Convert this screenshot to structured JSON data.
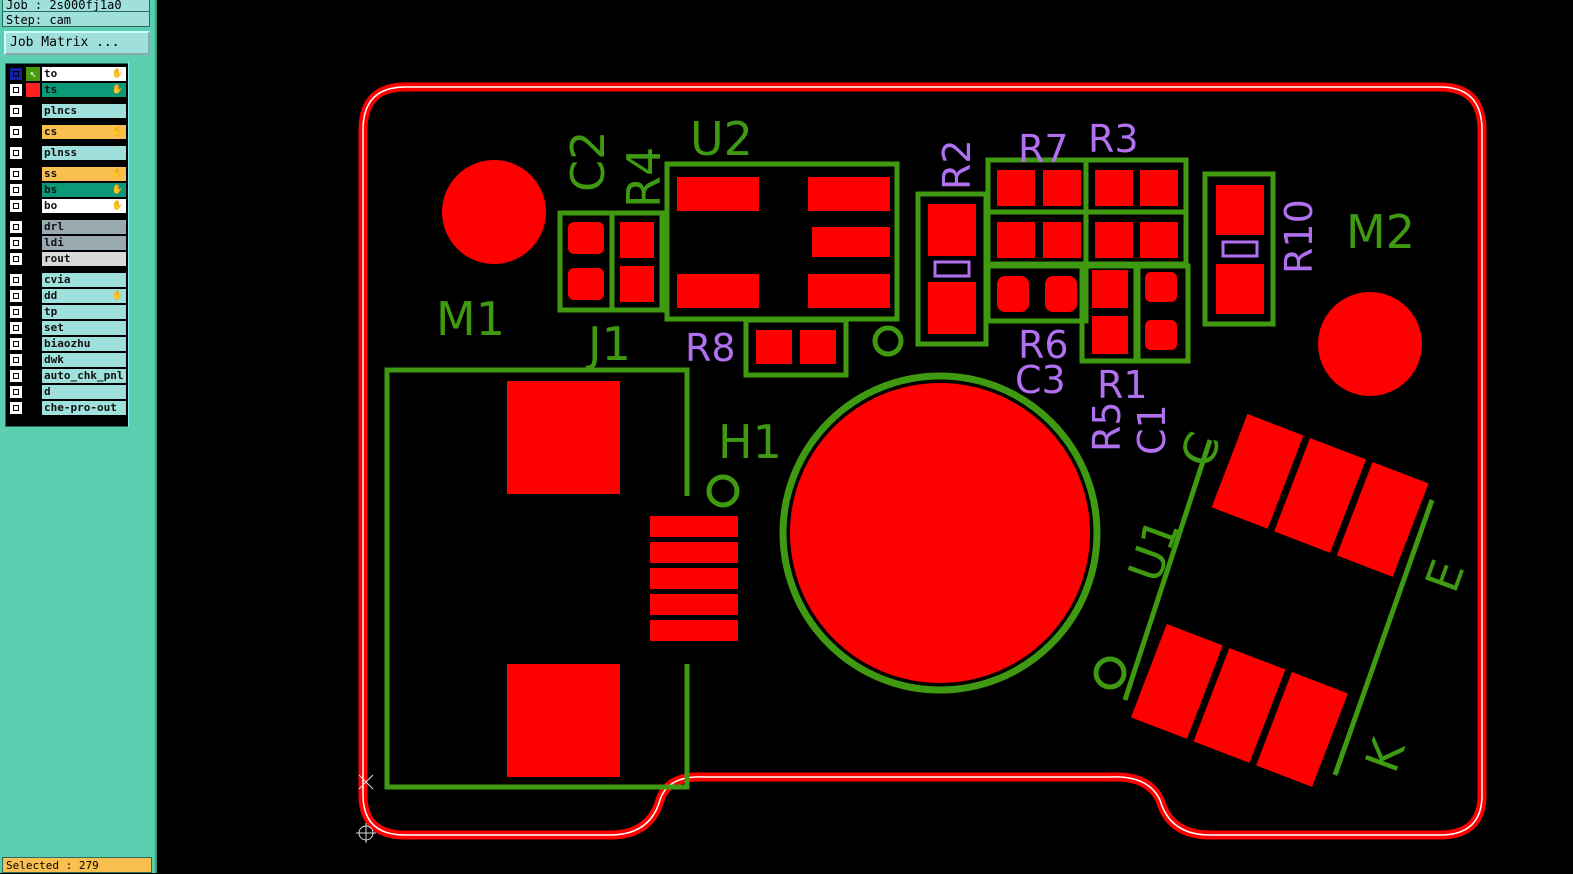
{
  "panel": {
    "job": "Job : 2s000fj1a0",
    "step": "Step: cam",
    "job_matrix": "Job Matrix ...",
    "selected": "Selected : 279"
  },
  "layers": [
    {
      "name": "to",
      "bg": "#ffffff",
      "hand": true
    },
    {
      "name": "ts",
      "bg": "#0a9a78",
      "hand": true
    },
    {
      "name": "plncs",
      "bg": "#9fe0dc",
      "hand": false
    },
    {
      "name": "cs",
      "bg": "#f9c050",
      "hand": true
    },
    {
      "name": "plnss",
      "bg": "#9fe0dc",
      "hand": false
    },
    {
      "name": "ss",
      "bg": "#f9c050",
      "hand": true
    },
    {
      "name": "bs",
      "bg": "#0a9a78",
      "hand": true
    },
    {
      "name": "bo",
      "bg": "#ffffff",
      "hand": true
    },
    {
      "name": "drl",
      "bg": "#98aab0",
      "hand": false
    },
    {
      "name": "ldi",
      "bg": "#98aab0",
      "hand": false
    },
    {
      "name": "rout",
      "bg": "#d8d8d8",
      "hand": false
    },
    {
      "name": "cvia",
      "bg": "#9fe0dc",
      "hand": false
    },
    {
      "name": "dd",
      "bg": "#9fe0dc",
      "hand": true
    },
    {
      "name": "tp",
      "bg": "#9fe0dc",
      "hand": false
    },
    {
      "name": "set",
      "bg": "#9fe0dc",
      "hand": false
    },
    {
      "name": "biaozhu",
      "bg": "#9fe0dc",
      "hand": false
    },
    {
      "name": "dwk",
      "bg": "#9fe0dc",
      "hand": false
    },
    {
      "name": "auto_chk_pnl",
      "bg": "#9fe0dc",
      "hand": false
    },
    {
      "name": "d",
      "bg": "#9fe0dc",
      "hand": false
    },
    {
      "name": "che-pro-out",
      "bg": "#9fe0dc",
      "hand": false
    }
  ],
  "pcb": {
    "green_labels": {
      "c2": "C2",
      "r4": "R4",
      "u2": "U2",
      "m1": "M1",
      "j1": "J1",
      "h1": "H1",
      "m2": "M2",
      "u1": "U1",
      "c": "C",
      "e": "E",
      "k": "K"
    },
    "purple_labels": {
      "r2": "R2",
      "r7": "R7",
      "r3": "R3",
      "r10": "R10",
      "r8": "R8",
      "r6": "R6",
      "c3": "C3",
      "r1": "R1",
      "r5": "R5",
      "c1": "C1"
    },
    "colors": {
      "pad": "#ff0000",
      "silk": "#3f9a12",
      "ref": "#b070f0",
      "outline": "#ff0000"
    }
  }
}
